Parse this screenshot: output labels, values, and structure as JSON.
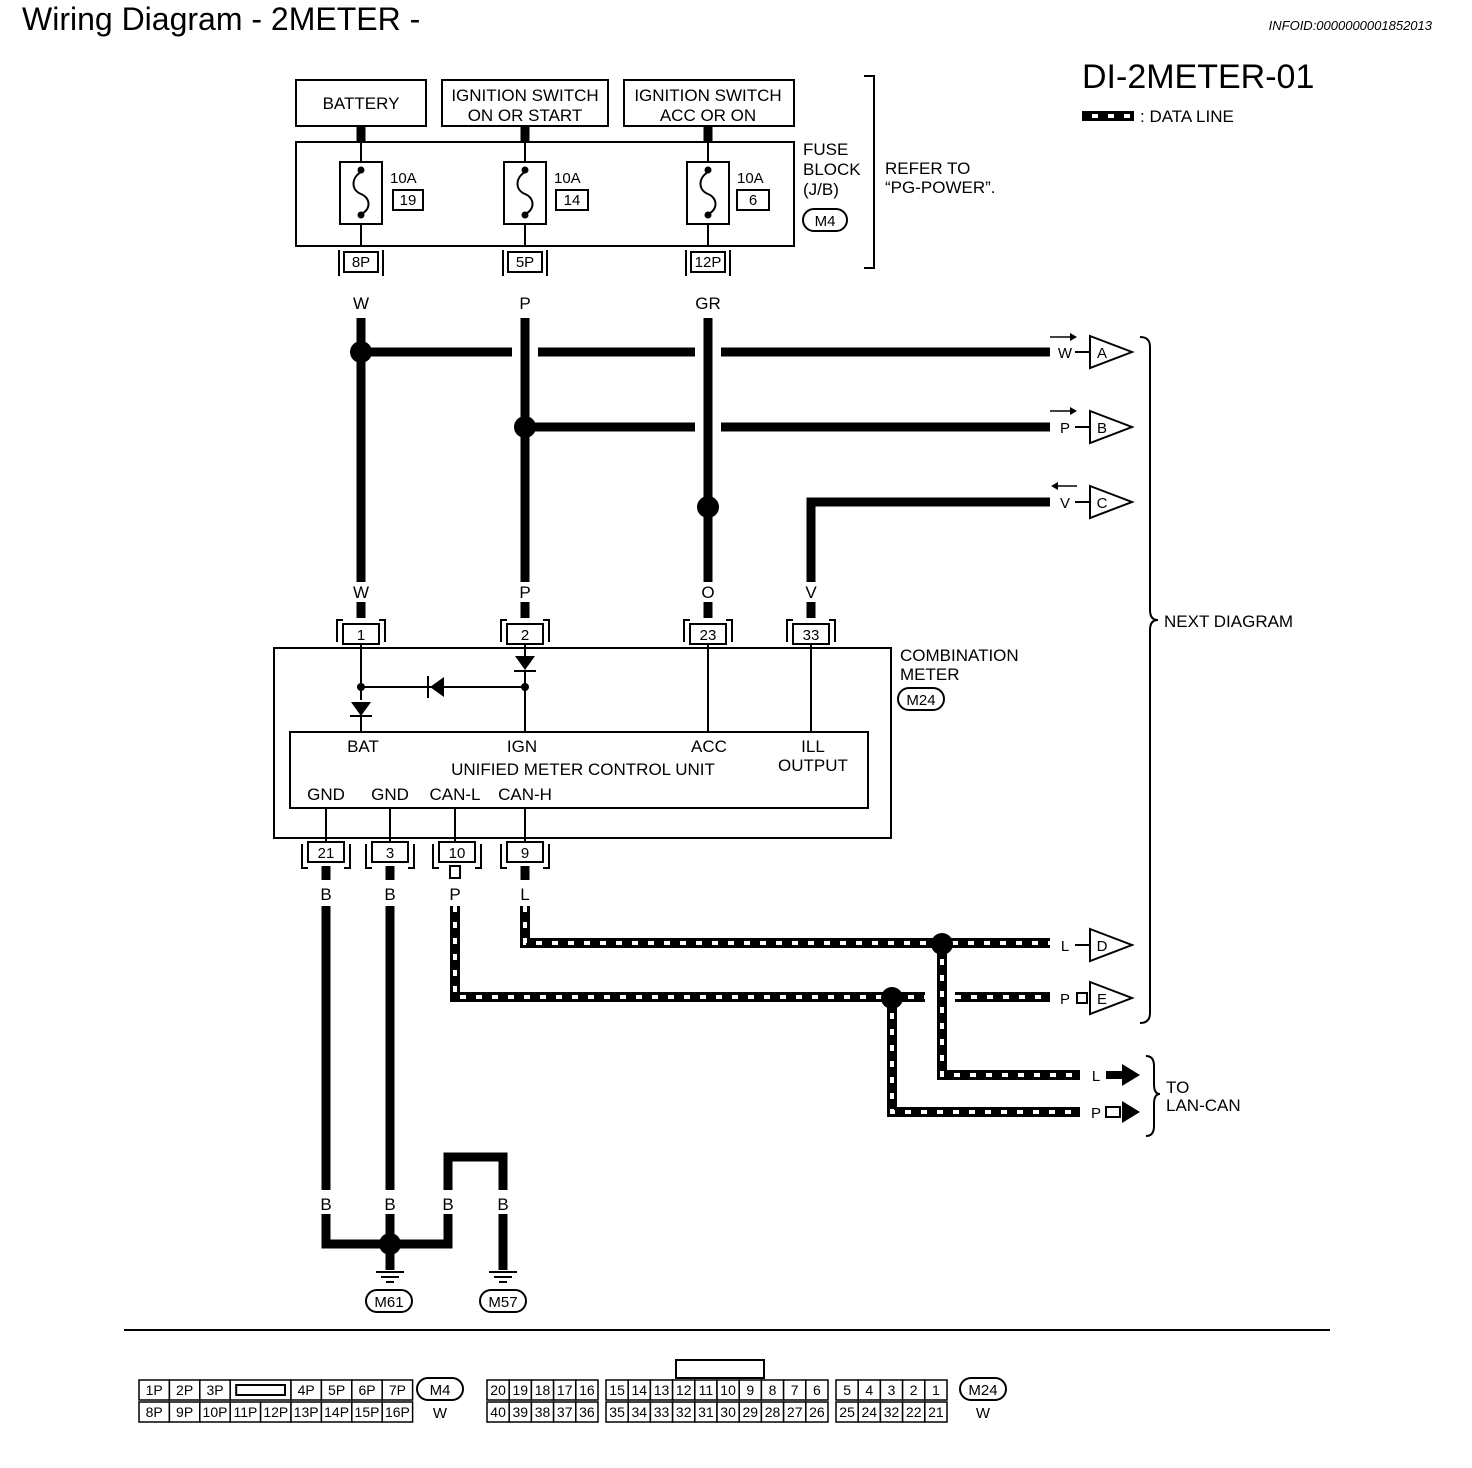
{
  "header": {
    "title": "Wiring Diagram - 2METER -",
    "info_id": "INFOID:0000000001852013",
    "diagram_code": "DI-2METER-01",
    "legend_label": ": DATA LINE"
  },
  "power_sources": {
    "battery": "BATTERY",
    "ign_on_start_1": "IGNITION SWITCH",
    "ign_on_start_2": "ON OR START",
    "ign_acc_on_1": "IGNITION SWITCH",
    "ign_acc_on_2": "ACC OR ON"
  },
  "fuse_block": {
    "label_1": "FUSE",
    "label_2": "BLOCK",
    "label_3": "(J/B)",
    "connector": "M4",
    "refer_1": "REFER TO",
    "refer_2": "“PG-POWER”.",
    "fuses": [
      {
        "amp": "10A",
        "num": "19",
        "pin": "8P",
        "wire": "W"
      },
      {
        "amp": "10A",
        "num": "14",
        "pin": "5P",
        "wire": "P"
      },
      {
        "amp": "10A",
        "num": "6",
        "pin": "12P",
        "wire": "GR"
      }
    ]
  },
  "next_diagram": {
    "label": "NEXT  DIAGRAM",
    "rows": [
      {
        "wire": "W",
        "ref": "A"
      },
      {
        "wire": "P",
        "ref": "B"
      },
      {
        "wire": "V",
        "ref": "C"
      },
      {
        "wire": "L",
        "ref": "D"
      },
      {
        "wire": "P",
        "ref": "E"
      }
    ]
  },
  "meter": {
    "label_1": "COMBINATION",
    "label_2": "METER",
    "connector": "M24",
    "unit_name": "UNIFIED METER CONTROL UNIT",
    "top_pins": [
      {
        "pin": "1",
        "wire": "W",
        "term": "BAT"
      },
      {
        "pin": "2",
        "wire": "P",
        "term": "IGN"
      },
      {
        "pin": "23",
        "wire": "O",
        "term": "ACC"
      },
      {
        "pin": "33",
        "wire": "V",
        "term": "ILL",
        "term2": "OUTPUT"
      }
    ],
    "bottom_pins": [
      {
        "pin": "21",
        "wire": "B",
        "term": "GND"
      },
      {
        "pin": "3",
        "wire": "B",
        "term": "GND"
      },
      {
        "pin": "10",
        "wire": "P",
        "term": "CAN-L"
      },
      {
        "pin": "9",
        "wire": "L",
        "term": "CAN-H"
      }
    ]
  },
  "lan_can": {
    "label_1": "TO",
    "label_2": "LAN-CAN",
    "wire_l": "L",
    "wire_p": "P"
  },
  "ground": {
    "wires": [
      "B",
      "B",
      "B",
      "B"
    ],
    "grounds": [
      "M61",
      "M57"
    ]
  },
  "connector_views": {
    "m4": {
      "id": "M4",
      "color": "W",
      "row1": [
        "1P",
        "2P",
        "3P",
        "",
        "4P",
        "5P",
        "6P",
        "7P"
      ],
      "row2": [
        "8P",
        "9P",
        "10P",
        "11P",
        "12P",
        "13P",
        "14P",
        "15P",
        "16P"
      ]
    },
    "m24": {
      "id": "M24",
      "color": "W",
      "row1": [
        "20",
        "19",
        "18",
        "17",
        "16",
        "",
        "15",
        "14",
        "13",
        "12",
        "11",
        "10",
        "9",
        "8",
        "7",
        "6",
        "",
        "5",
        "4",
        "3",
        "2",
        "1"
      ],
      "row2": [
        "40",
        "39",
        "38",
        "37",
        "36",
        "",
        "35",
        "34",
        "33",
        "32",
        "31",
        "30",
        "29",
        "28",
        "27",
        "26",
        "",
        "25",
        "24",
        "32",
        "22",
        "21"
      ]
    }
  }
}
